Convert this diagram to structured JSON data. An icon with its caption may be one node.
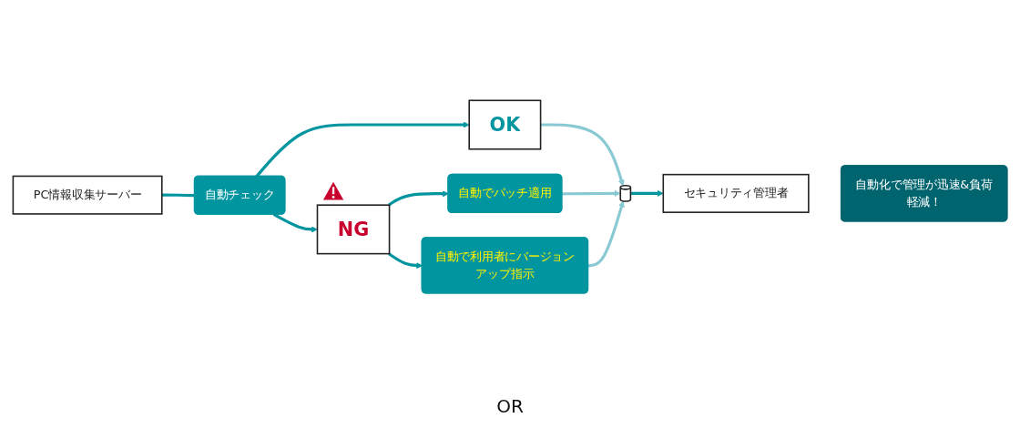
{
  "diagram": {
    "nodes": [
      {
        "text": [
          "PC情報収集サーバー"
        ]
      },
      {
        "text": [],
        "shape": "cylinder"
      },
      {
        "text": [
          "セキュリティ管理者"
        ]
      },
      {
        "text": [
          "自動化で管理が迅速&負荷軽減！"
        ]
      },
      {
        "text": [
          "自動チェック"
        ]
      },
      {
        "text": [
          "自動でパッチ適用"
        ]
      },
      {
        "text": [
          "OK"
        ]
      },
      {
        "text": [
          "NG"
        ]
      },
      {
        "text": [
          "自動で利用者にバージョンアップ指示"
        ]
      }
    ],
    "edges": [
      {
        "from": 0,
        "to": 4,
        "arrow": "none"
      },
      {
        "from": 4,
        "to": 6,
        "arrow": "to"
      },
      {
        "from": 4,
        "to": 7,
        "arrow": "to"
      },
      {
        "from": 7,
        "to": 5,
        "arrow": "to"
      },
      {
        "from": 7,
        "to": 8,
        "arrow": "to"
      },
      {
        "from": 6,
        "to": 1,
        "arrow": "to",
        "color": "#88c9d3"
      },
      {
        "from": 5,
        "to": 1,
        "arrow": "to",
        "color": "#88c9d3"
      },
      {
        "from": 8,
        "to": 1,
        "arrow": "to",
        "color": "#88c9d3"
      },
      {
        "from": 1,
        "to": 2,
        "arrow": "to"
      }
    ],
    "labels": [
      "OR"
    ]
  }
}
